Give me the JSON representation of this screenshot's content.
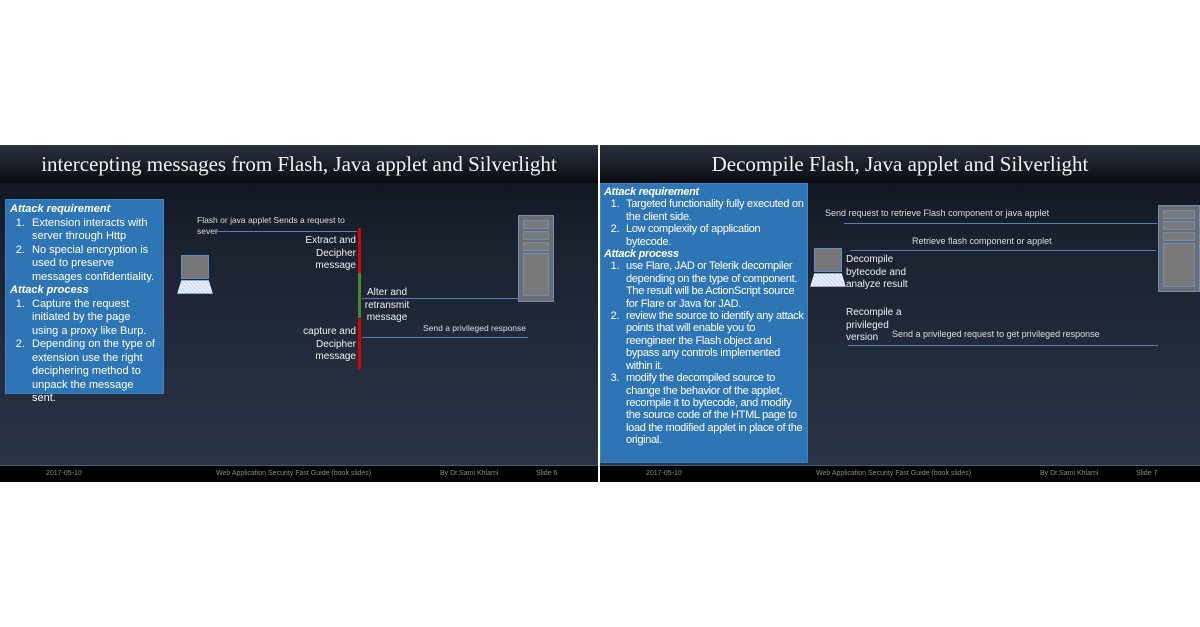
{
  "slide6": {
    "title": "intercepting messages from Flash, Java applet and Silverlight",
    "requirement_heading": "Attack requirement",
    "requirements": [
      "Extension interacts with server through Http",
      "No special encryption is used to preserve messages confidentiality."
    ],
    "process_heading": "Attack process",
    "process": [
      "Capture the request initiated by the page using a proxy like Burp.",
      "Depending on the type of extension use the right deciphering method to unpack the message sent."
    ],
    "diagram": {
      "request": "Flash or java applet Sends a request to sever",
      "extract": "Extract and Decipher message",
      "alter": "Alter and retransmit message",
      "response": "Send a privileged response",
      "capture": "capture and Decipher message"
    },
    "footer": {
      "date": "2017-05-10",
      "course": "Web Application Security  Fast Guide (book slides)",
      "author": "By Dr.Sami Khiami",
      "slide": "Slide 6"
    }
  },
  "slide7": {
    "title": "Decompile Flash, Java applet and Silverlight",
    "requirement_heading": "Attack requirement",
    "requirements": [
      "Targeted functionality fully executed on the client side.",
      "Low complexity of application bytecode."
    ],
    "process_heading": "Attack process",
    "process": [
      "use Flare, JAD or Telerik decompiler depending on the type of component. The result will be ActionScript source for Flare or Java for JAD.",
      " review the source to identify any attack points that will enable you to reengineer the Flash object and bypass any controls implemented within it.",
      "modify the decompiled source to change the behavior of the applet, recompile it to bytecode, and modify the source code of the HTML page to load the modified applet in place of the original."
    ],
    "diagram": {
      "send": "Send request to retrieve Flash component or java applet",
      "retrieve": "Retrieve flash component or applet",
      "decompile": "Decompile bytecode and analyze result",
      "recompile": "Recompile a privileged version",
      "privileged": "Send a privileged request to get privileged response"
    },
    "footer": {
      "date": "2017-05-10",
      "course": "Web Application Security  Fast Guide (book slides)",
      "author": "By Dr.Sami Khiami",
      "slide": "Slide 7"
    }
  },
  "colors": {
    "box": "#2e75b6",
    "red": "#e00000",
    "green": "#548235",
    "arrow": "#4f81bd"
  }
}
